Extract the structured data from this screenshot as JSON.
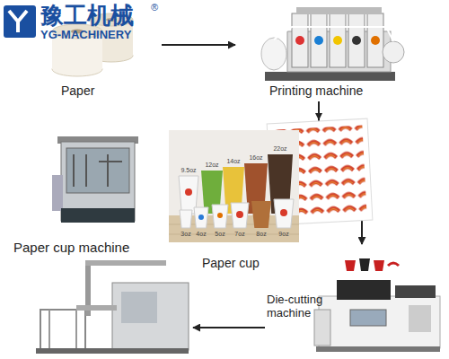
{
  "diagram": {
    "nodes": [
      {
        "text": [
          "Paper"
        ]
      },
      {
        "text": [
          "Printing machine"
        ]
      },
      {
        "text": [
          "Die-cutting machine"
        ]
      },
      {
        "text": [
          "Paper cup machine"
        ]
      },
      {
        "text": [
          "Paper cup"
        ]
      }
    ],
    "edges": [
      {
        "from": 0,
        "to": 1,
        "arrow": "to"
      },
      {
        "from": 1,
        "to": 2,
        "arrow": "to"
      },
      {
        "from": 2,
        "to": 3,
        "arrow": "to"
      }
    ],
    "labels": [
      "豫工机械",
      "®",
      "YG-MACHINERY",
      "9.5oz",
      "12oz",
      "14oz",
      "16oz",
      "22oz",
      "3oz",
      "4oz",
      "5oz",
      "7oz",
      "8oz",
      "9oz"
    ]
  }
}
